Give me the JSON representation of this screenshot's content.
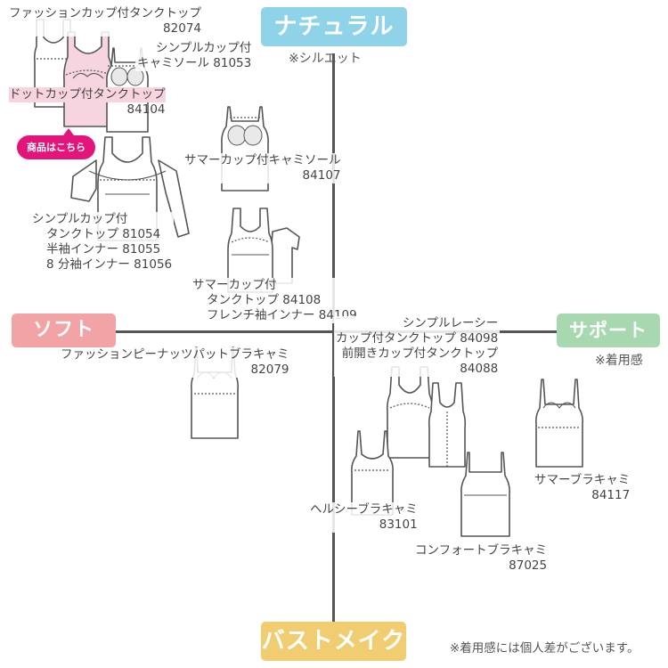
{
  "axes": {
    "top": "ナチュラル",
    "top_note": "※シルエット",
    "left": "ソフト",
    "right": "サポート",
    "right_note": "※着用感",
    "bottom": "バストメイク"
  },
  "badge": "商品はこちら",
  "footer_note": "※着用感には個人差がございます。",
  "colors": {
    "top": "#8fd3e8",
    "left": "#f2a3a5",
    "right": "#a8d8b0",
    "bottom": "#f1cd72",
    "badge": "#e3157a",
    "highlight": "#f8d4df"
  },
  "products": [
    {
      "name": "ファッションカップ付タンクトップ",
      "code": "82074"
    },
    {
      "name": "シンプルカップ付",
      "line2": "キャミソール 81053"
    },
    {
      "name": "ドットカップ付タンクトップ",
      "code": "84104"
    },
    {
      "name": "サマーカップ付キャミソール",
      "code": "84107"
    },
    {
      "lines": [
        "シンプルカップ付",
        "タンクトップ 81054",
        "半袖インナー 81055",
        "8 分袖インナー 81056"
      ]
    },
    {
      "lines": [
        "サマーカップ付",
        "タンクトップ 84108",
        "フレンチ袖インナー 84109"
      ]
    },
    {
      "name": "ファッションピーナッツパットブラキャミ",
      "code": "82079"
    },
    {
      "lines": [
        "シンプルレーシー",
        "カップ付タンクトップ 84098",
        "前開きカップ付タンクトップ",
        "84088"
      ]
    },
    {
      "name": "サマーブラキャミ",
      "code": "84117"
    },
    {
      "name": "ヘルシーブラキャミ",
      "code": "83101"
    },
    {
      "name": "コンフォートブラキャミ",
      "code": "87025"
    }
  ]
}
